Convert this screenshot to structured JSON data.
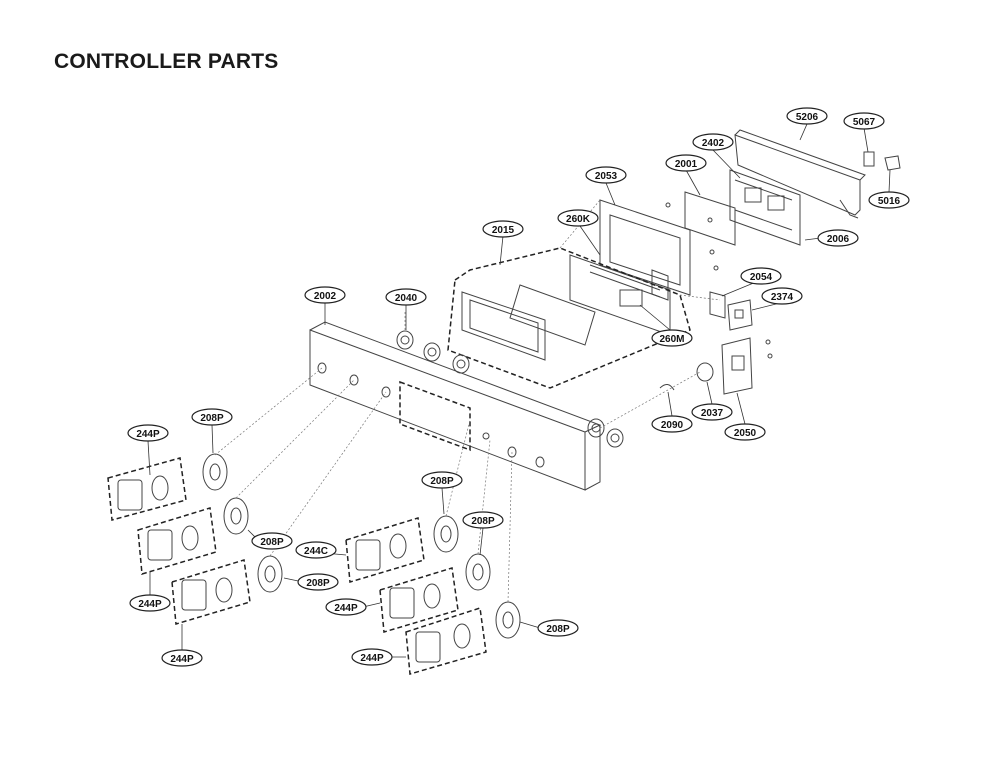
{
  "title": "CONTROLLER PARTS",
  "labels": {
    "l5206": "5206",
    "l5067": "5067",
    "l2402": "2402",
    "l2001": "2001",
    "l2053": "2053",
    "l5016": "5016",
    "l260K": "260K",
    "l2006": "2006",
    "l2015": "2015",
    "l2054": "2054",
    "l2374": "2374",
    "l2002": "2002",
    "l2040": "2040",
    "l260M": "260M",
    "l2090": "2090",
    "l2037": "2037",
    "l2050": "2050",
    "l244P_1": "244P",
    "l208P_1": "208P",
    "l208P_2": "208P",
    "l208P_3": "208P",
    "l244C": "244C",
    "l208P_4": "208P",
    "l208P_5": "208P",
    "l244P_2": "244P",
    "l244P_3": "244P",
    "l244P_4": "244P",
    "l208P_6": "208P",
    "l244P_5": "244P"
  }
}
